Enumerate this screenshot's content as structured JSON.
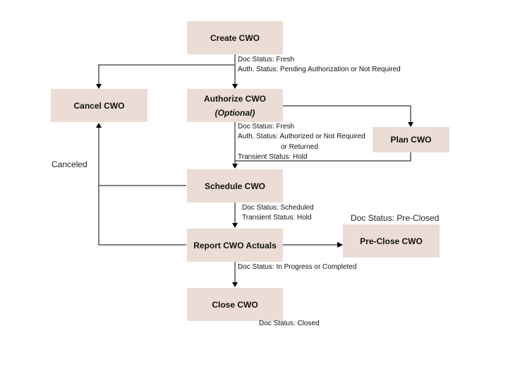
{
  "nodes": {
    "create": {
      "label": "Create CWO"
    },
    "cancel": {
      "label": "Cancel CWO"
    },
    "authorize": {
      "label": "Authorize CWO",
      "sublabel": "(Optional)"
    },
    "plan": {
      "label": "Plan CWO"
    },
    "schedule": {
      "label": "Schedule CWO"
    },
    "report": {
      "label": "Report CWO Actuals"
    },
    "preclose": {
      "label": "Pre-Close CWO"
    },
    "close": {
      "label": "Close CWO"
    }
  },
  "annotations": {
    "create_doc": "Doc Status: Fresh",
    "create_auth": "Auth. Status: Pending Authorization or  Not Required",
    "authorize_doc": "Doc Status: Fresh",
    "authorize_auth": "Auth. Status: Authorized or Not Required",
    "authorize_auth2": "or Returned",
    "authorize_transient": "Transient Status: Hold",
    "canceled": "Canceled",
    "schedule_doc": "Doc Status: Scheduled",
    "schedule_transient": "Transient Status: Hold",
    "preclose_doc": "Doc Status: Pre-Closed",
    "report_doc": "Doc Status: In Progress or Completed",
    "close_doc": "Doc Status: Closed"
  }
}
